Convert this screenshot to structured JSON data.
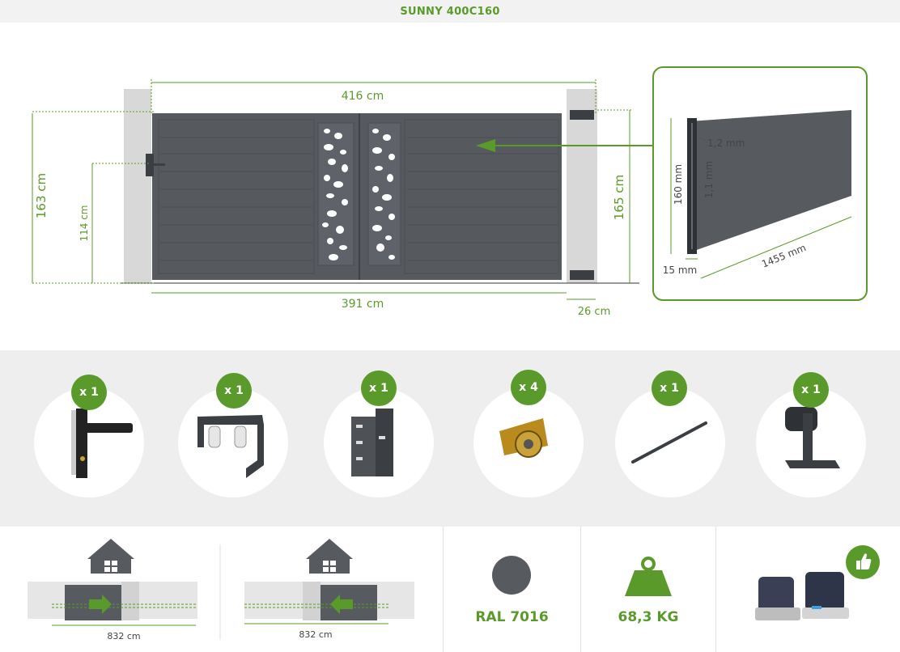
{
  "header": {
    "title": "SUNNY 400C160"
  },
  "dimensions": {
    "total_width": "416 cm",
    "passage_width": "391 cm",
    "pillar_offset": "26 cm",
    "left_height": "163 cm",
    "lock_height": "114 cm",
    "right_height": "165 cm"
  },
  "profile": {
    "thickness_1": "1,2 mm",
    "thickness_2": "1,1 mm",
    "height": "160 mm",
    "depth": "15 mm",
    "length": "1455 mm"
  },
  "accessories": [
    {
      "qty": "x 1",
      "icon": "handle-icon"
    },
    {
      "qty": "x 1",
      "icon": "guide-roller-icon"
    },
    {
      "qty": "x 1",
      "icon": "latch-bracket-icon"
    },
    {
      "qty": "x 4",
      "icon": "wheel-icon"
    },
    {
      "qty": "x 1",
      "icon": "rail-icon"
    },
    {
      "qty": "x 1",
      "icon": "gate-stop-icon"
    }
  ],
  "opening": {
    "left_label": "832 cm",
    "right_label": "832 cm"
  },
  "color": {
    "label": "RAL 7016",
    "swatch": "#575b60"
  },
  "weight": {
    "label": "68,3 KG"
  },
  "colors": {
    "accent": "#5a9a2a",
    "gate": "#575b60",
    "panel_bg": "#eeeeee"
  }
}
